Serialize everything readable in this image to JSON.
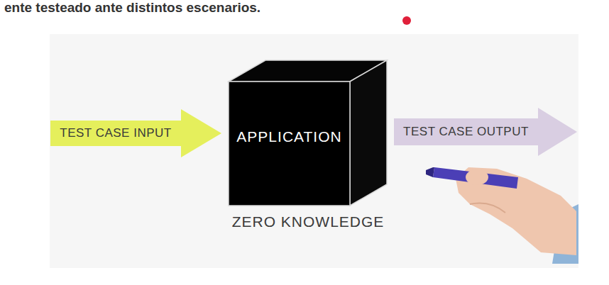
{
  "diagram": {
    "nodes": [
      {
        "text": [
          "TEST CASE INPUT"
        ]
      },
      {
        "text": [
          "APPLICATION",
          "ZERO KNOWLEDGE"
        ]
      },
      {
        "text": [
          "TEST CASE OUTPUT"
        ]
      }
    ],
    "labels": [
      "ente testeado ante distintos escenarios."
    ]
  }
}
